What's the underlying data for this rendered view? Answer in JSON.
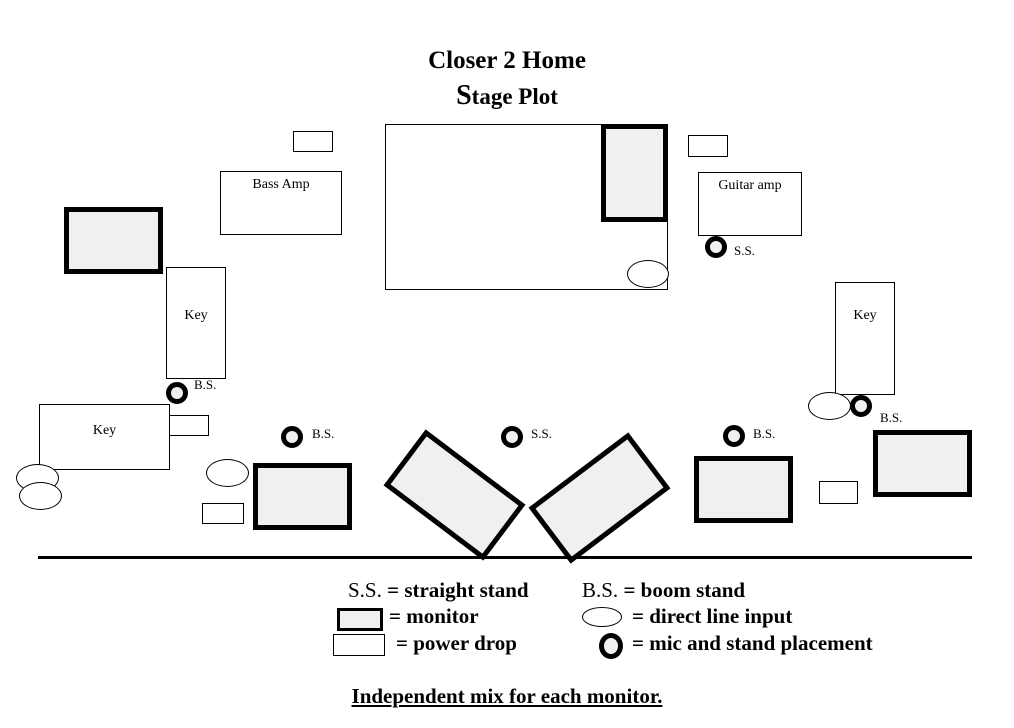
{
  "header": {
    "title": "Closer 2 Home",
    "subtitle_first": "S",
    "subtitle_rest": "tage Plot"
  },
  "stage": {
    "bass_amp": "Bass Amp",
    "guitar_amp": "Guitar amp",
    "key_left_upper": "Key",
    "key_left_lower": "Key",
    "key_right": "Key",
    "mic_labels": {
      "guitar": "S.S.",
      "key_left": "B.S.",
      "front_left": "B.S.",
      "center": "S.S.",
      "front_right": "B.S.",
      "key_right": "B.S."
    }
  },
  "legend": {
    "ss_abbr": "S.S.",
    "ss_desc": "= straight stand",
    "bs_abbr": "B.S.",
    "bs_desc": "= boom stand",
    "monitor": "= monitor",
    "direct_line": "= direct line input",
    "power_drop": "= power drop",
    "mic_placement": "= mic and stand placement"
  },
  "footer": {
    "note": "Independent mix for each monitor."
  },
  "colors": {
    "monitor_fill": "#f0f0f0",
    "stroke": "#000000"
  }
}
